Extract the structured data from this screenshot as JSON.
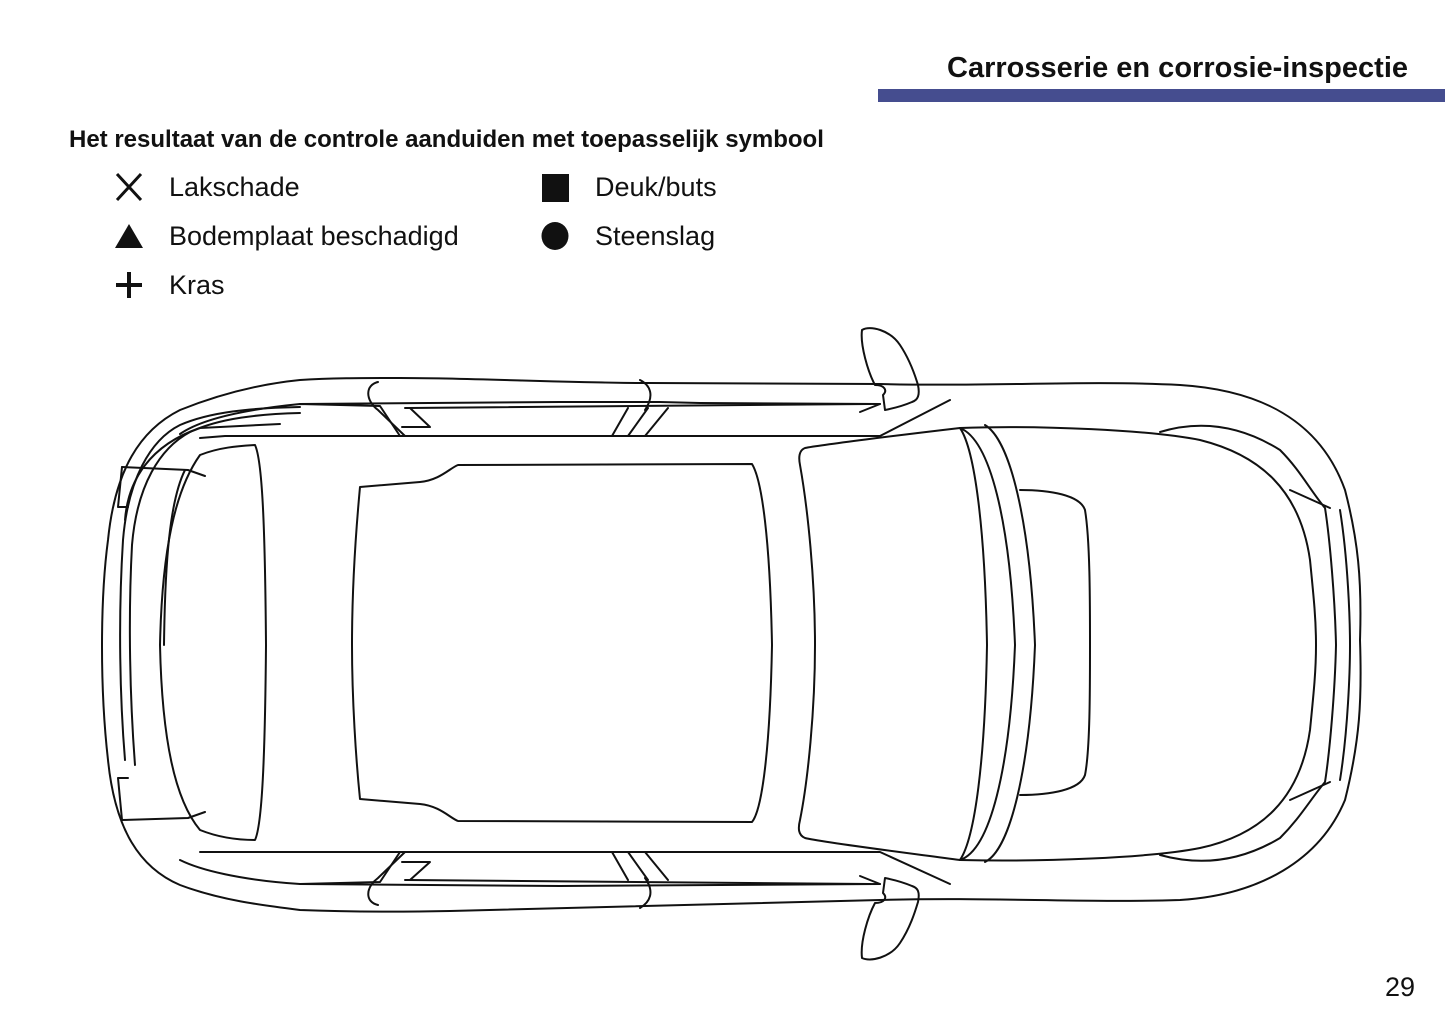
{
  "header": {
    "title": "Carrosserie en corrosie-inspectie",
    "rule_color": "#454d8f"
  },
  "instruction": "Het resultaat van de controle aanduiden met toepasselijk symbool",
  "legend": [
    {
      "symbol": "x-cross-icon",
      "label": "Lakschade"
    },
    {
      "symbol": "triangle-icon",
      "label": "Bodemplaat beschadigd"
    },
    {
      "symbol": "plus-icon",
      "label": "Kras"
    },
    {
      "symbol": "square-icon",
      "label": "Deuk/buts"
    },
    {
      "symbol": "circle-icon",
      "label": "Steenslag"
    }
  ],
  "diagram": {
    "subject": "car top-view outline",
    "stroke_color": "#111111"
  },
  "footer": {
    "page_number": "29"
  }
}
